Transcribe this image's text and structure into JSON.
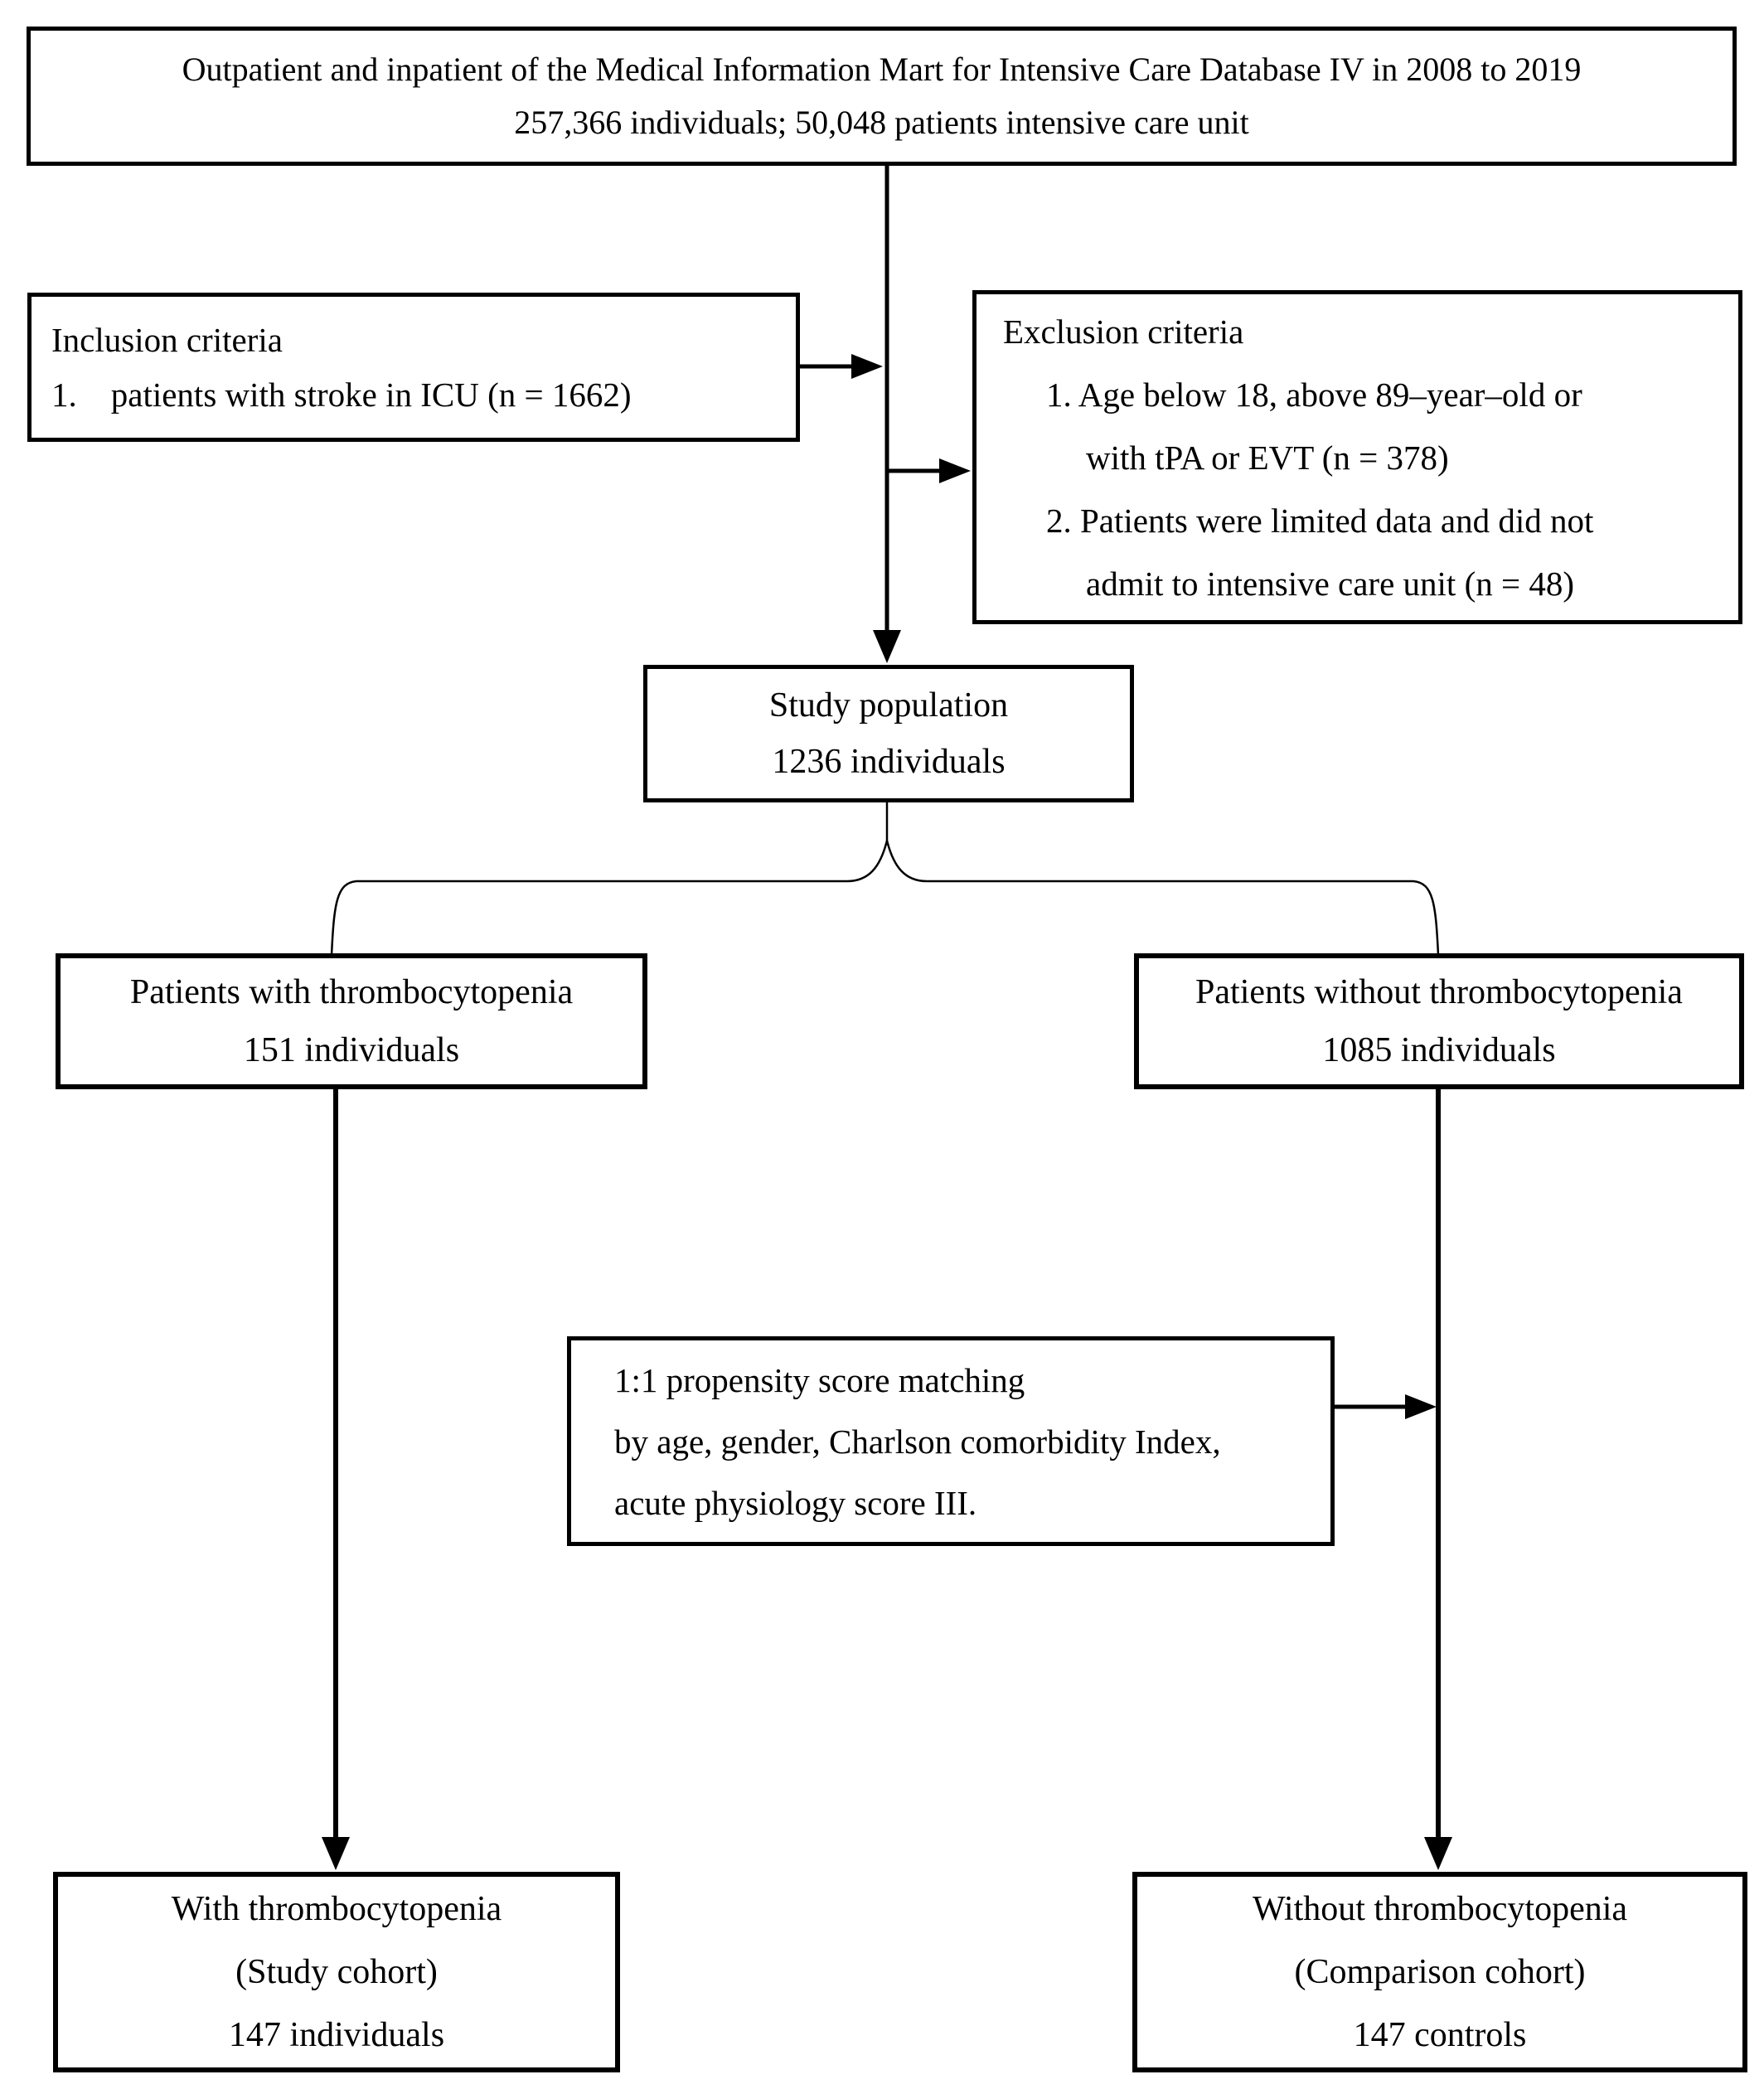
{
  "colors": {
    "background": "#ffffff",
    "line": "#000000",
    "text": "#000000"
  },
  "source_box": {
    "line1": "Outpatient and inpatient of the Medical Information Mart for Intensive Care Database IV in 2008 to 2019",
    "line2": "257,366 individuals; 50,048 patients intensive care unit"
  },
  "inclusion_box": {
    "title": "Inclusion criteria",
    "item1": "1. patients with stroke in ICU (n = 1662)"
  },
  "exclusion_box": {
    "title": "Exclusion criteria",
    "item1_line1": "1. Age below 18, above 89–year–old or",
    "item1_line2": "with tPA or EVT (n = 378)",
    "item2_line1": "2. Patients were limited data and did not",
    "item2_line2": "admit to intensive care unit (n = 48)"
  },
  "study_population_box": {
    "line1": "Study population",
    "line2": "1236 individuals"
  },
  "with_thrombocytopenia_box": {
    "line1": "Patients with thrombocytopenia",
    "line2": "151 individuals"
  },
  "without_thrombocytopenia_box": {
    "line1": "Patients without thrombocytopenia",
    "line2": "1085 individuals"
  },
  "matching_box": {
    "line1": "1:1 propensity score matching",
    "line2": "by age, gender, Charlson comorbidity Index,",
    "line3": "acute physiology score III."
  },
  "study_cohort_box": {
    "line1": "With thrombocytopenia",
    "line2": "(Study cohort)",
    "line3": "147 individuals"
  },
  "comparison_cohort_box": {
    "line1": "Without thrombocytopenia",
    "line2": "(Comparison cohort)",
    "line3": "147 controls"
  }
}
